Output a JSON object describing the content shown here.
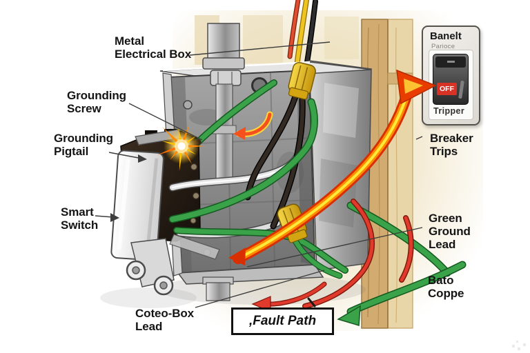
{
  "labels": {
    "metal_electrical_box": "Metal\nElectrical Box",
    "grounding_screw": "Grounding\nScrew",
    "grounding_pigtail": "Grounding\nPigtail",
    "smart_switch": "Smart\nSwitch",
    "breaker_trips": "Breaker\nTrips",
    "green_ground_lead": "Green\nGround\nLead",
    "bare_copper": "Bato\nCoppe",
    "box_lead": "Coteo-Box\nLead",
    "fault_path": ",Fault Path"
  },
  "breaker_inset": {
    "title": "Banelt",
    "subtitle": "Parioce",
    "switch_state": "OFF",
    "caption": "Tripper"
  },
  "colors": {
    "ground_wire_green": "#3aa34a",
    "fault_arrow_red": "#d92e00",
    "fault_arrow_yellow": "#ffe93b",
    "spark_orange": "#ff8a00",
    "breaker_off_red": "#d63226",
    "wood_stud_tan": "#d2ab70",
    "box_metal_gray": "#a8a8a8",
    "wire_nut_yellow": "#e8c22a",
    "label_text": "#141414"
  }
}
